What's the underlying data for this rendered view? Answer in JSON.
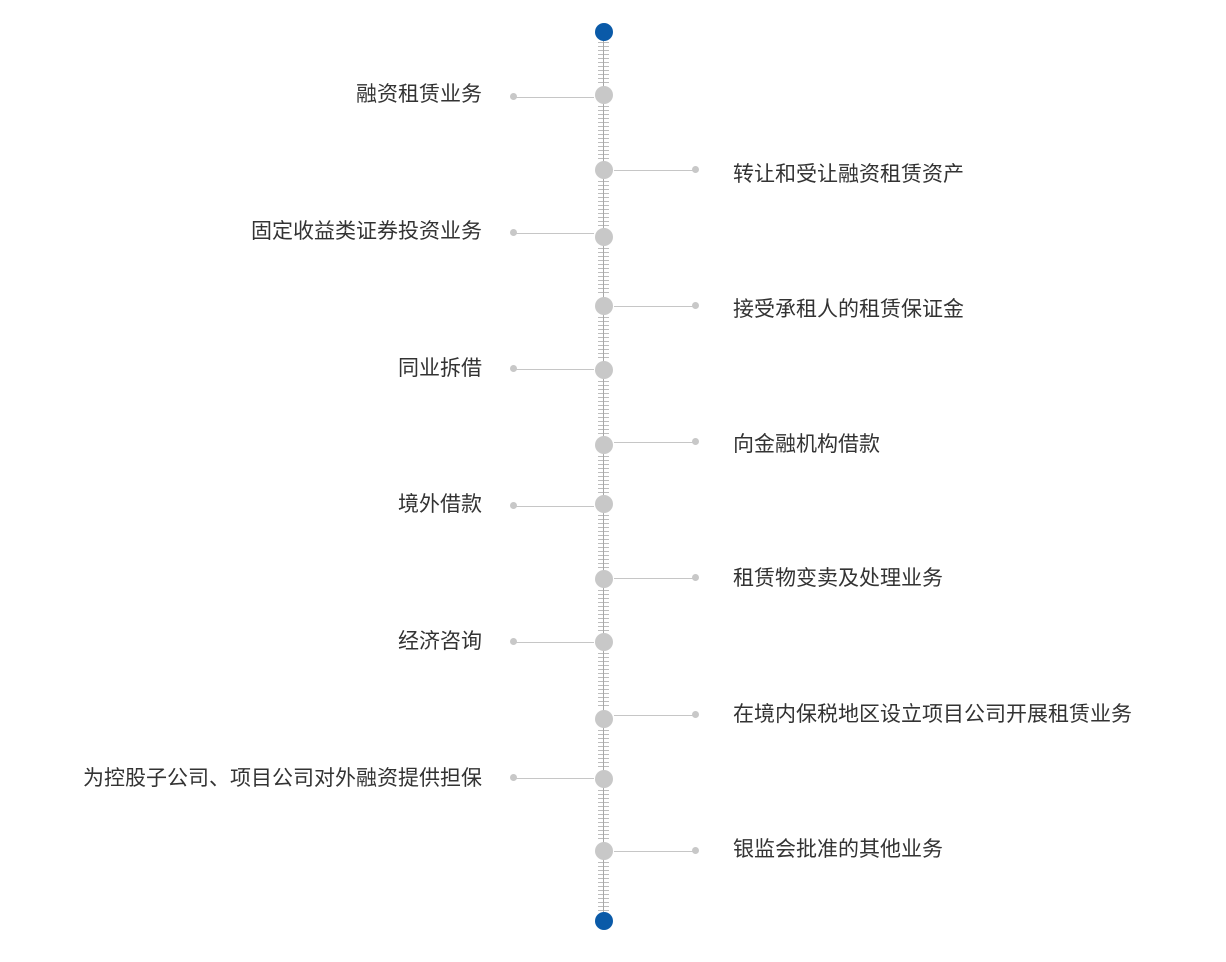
{
  "diagram": {
    "type": "vertical-timeline",
    "colors": {
      "end_dot": "#0a5aa8",
      "node": "#c8c8c8",
      "connector": "#c6c6c6",
      "text": "#333333"
    },
    "items": [
      {
        "label": "融资租赁业务",
        "side": "left"
      },
      {
        "label": "转让和受让融资租赁资产",
        "side": "right"
      },
      {
        "label": "固定收益类证券投资业务",
        "side": "left"
      },
      {
        "label": "接受承租人的租赁保证金",
        "side": "right"
      },
      {
        "label": "同业拆借",
        "side": "left"
      },
      {
        "label": "向金融机构借款",
        "side": "right"
      },
      {
        "label": "境外借款",
        "side": "left"
      },
      {
        "label": "租赁物变卖及处理业务",
        "side": "right"
      },
      {
        "label": "经济咨询",
        "side": "left"
      },
      {
        "label": "在境内保税地区设立项目公司开展租赁业务",
        "side": "right"
      },
      {
        "label": "为控股子公司、项目公司对外融资提供担保",
        "side": "left"
      },
      {
        "label": "银监会批准的其他业务",
        "side": "right"
      }
    ]
  }
}
